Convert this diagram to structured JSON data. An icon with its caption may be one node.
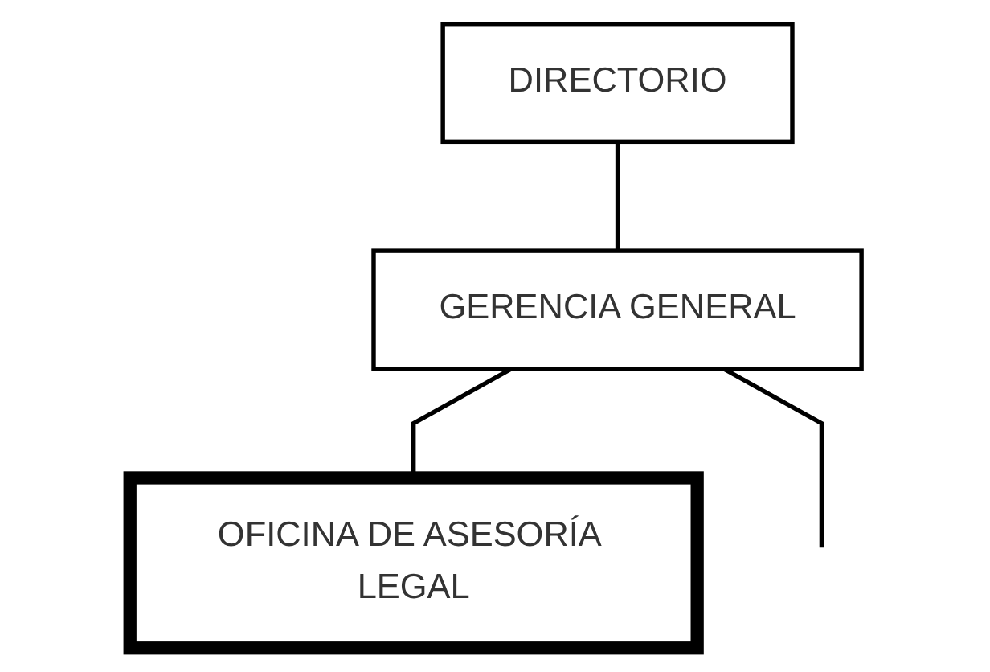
{
  "diagram": {
    "nodes": [
      {
        "text": [
          "DIRECTORIO"
        ]
      },
      {
        "text": [
          "GERENCIA GENERAL"
        ]
      },
      {
        "text": [
          "OFICINA DE ASESORÍA LEGAL"
        ]
      }
    ],
    "edges": [
      {
        "from": 0,
        "to": 1,
        "arrow": "none"
      },
      {
        "from": 1,
        "to": 2,
        "arrow": "none"
      },
      {
        "from": 1,
        "to": null,
        "arrow": "none"
      }
    ]
  }
}
